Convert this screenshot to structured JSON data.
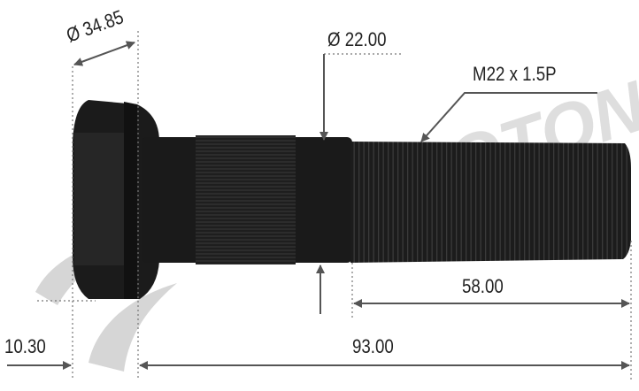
{
  "dimensions": {
    "head_diameter": "Ø 34.85",
    "shank_diameter": "Ø 22.00",
    "thread_spec": "M22 x 1.5P",
    "thread_length": "58.00",
    "total_length": "93.00",
    "head_thickness": "10.30"
  },
  "colors": {
    "part": "#1a1a1a",
    "dimension": "#555555",
    "watermark": "#d4d4d4"
  }
}
